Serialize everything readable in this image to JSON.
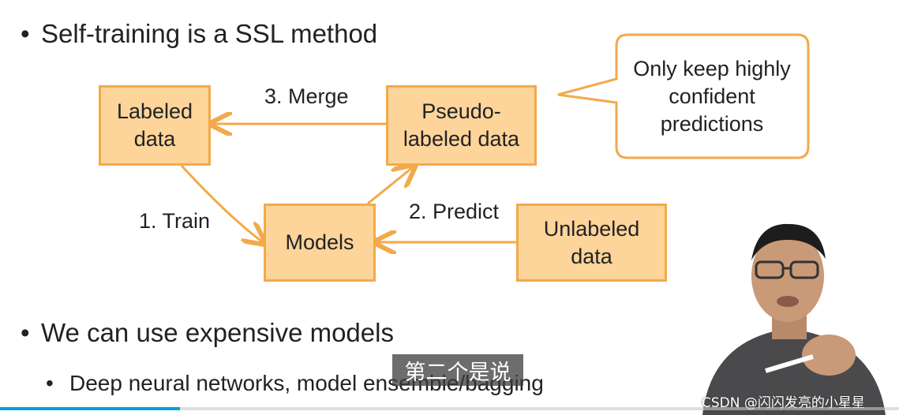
{
  "slide": {
    "bullet1": "Self-training is a SSL method",
    "bullet2": "We can use expensive models",
    "sub_bullet": "Deep neural networks, model ensemble/bagging",
    "bullet_glyph": "•"
  },
  "diagram": {
    "nodes": {
      "labeled": "Labeled data",
      "pseudo": "Pseudo-labeled data",
      "models": "Models",
      "unlabeled": "Unlabeled data"
    },
    "edges": {
      "merge": "3. Merge",
      "train": "1. Train",
      "predict": "2. Predict"
    },
    "callout": "Only keep highly confident predictions",
    "colors": {
      "box_fill": "#fdd49a",
      "box_border": "#f3a94a",
      "callout_border": "#f3a94a"
    }
  },
  "video": {
    "subtitle": "第二个是说",
    "watermark": "CSDN @闪闪发亮的小星星",
    "progress": 0.2,
    "progress_color": "#00a1d6"
  }
}
